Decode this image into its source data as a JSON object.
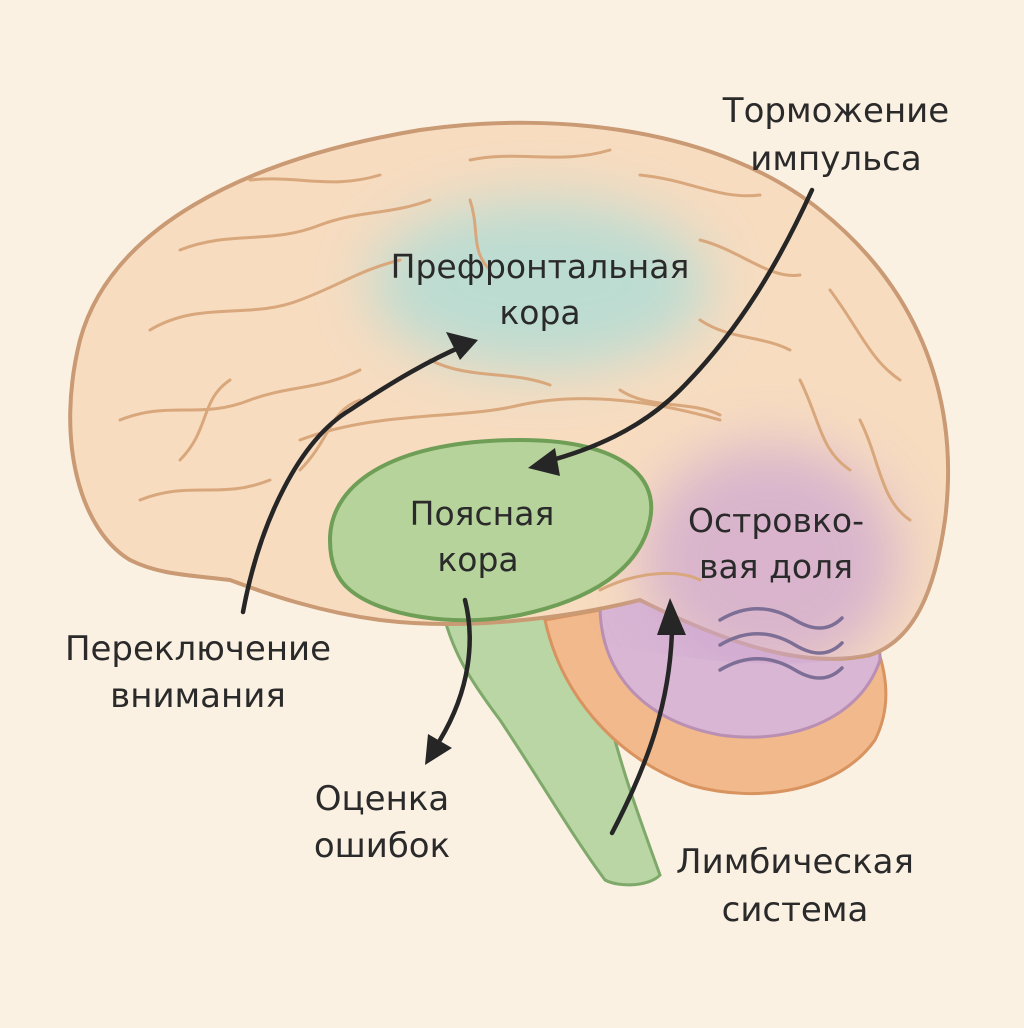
{
  "labels": {
    "prefrontal": [
      "Префронтальная",
      "кора"
    ],
    "cingulate": [
      "Поясная",
      "кора"
    ],
    "insula": [
      "Островко-",
      "вая доля"
    ],
    "impulse_inhibition": [
      "Торможение",
      "импульса"
    ],
    "attention_switching": [
      "Переключение",
      "внимания"
    ],
    "error_evaluation": [
      "Оценка",
      "ошибок"
    ],
    "limbic_system": [
      "Лимбическая",
      "система"
    ]
  },
  "colors": {
    "background": "#fbf1e3",
    "brain_fill": "#f7dcc0",
    "brain_outline": "#c99a73",
    "prefrontal_glow": "#a9dcd8",
    "cingulate_fill": "#b5d39b",
    "cingulate_outline": "#6f9e57",
    "insula_glow": "#cfa7d0",
    "limbic_fill": "#f2b98c",
    "brainstem_fill": "#b9d6a4",
    "arrow": "#262626"
  },
  "icons": {
    "waves": "wave-lines-icon"
  }
}
